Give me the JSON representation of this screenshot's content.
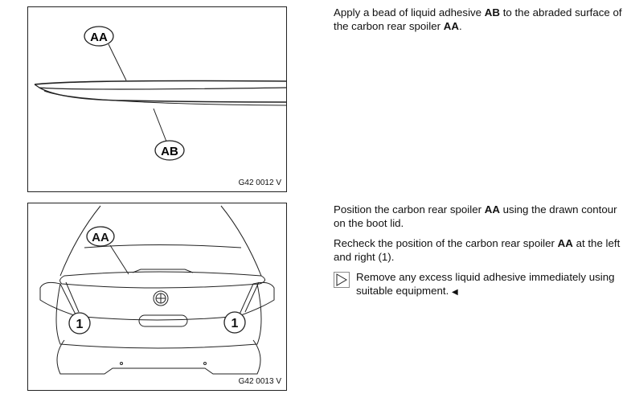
{
  "figure1": {
    "code": "G42 0012 V",
    "callouts": [
      "AA",
      "AB"
    ]
  },
  "figure2": {
    "code": "G42 0013 V",
    "callouts": [
      "AA",
      "1",
      "1"
    ]
  },
  "step1": {
    "pre": "Apply a bead of liquid adhesive ",
    "b1": "AB",
    "mid": " to the abraded surface of the carbon rear spoiler ",
    "b2": "AA",
    "post": "."
  },
  "step2": {
    "pre": "Position the carbon rear spoiler ",
    "b1": "AA",
    "post": " using the drawn contour on the boot lid."
  },
  "step3": {
    "pre": "Recheck the position of the carbon rear spoiler ",
    "b1": "AA",
    "post": " at the left and right (1)."
  },
  "note": {
    "icon": "triangle-right-icon",
    "text": "Remove any excess liquid adhesive immediately using suitable equipment.",
    "end_marker": "◀"
  }
}
